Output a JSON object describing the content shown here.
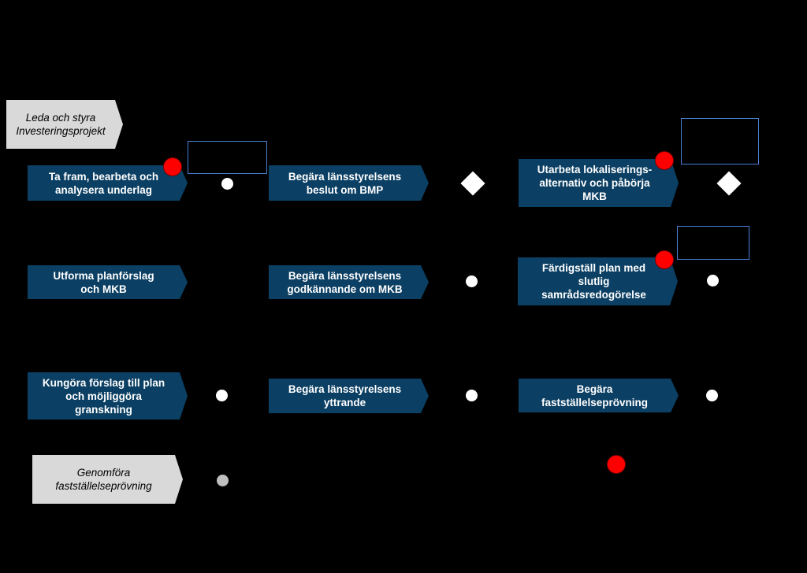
{
  "steps": {
    "leda": "Leda och styra\nInvesteringsprojekt",
    "ta_fram": "Ta fram, bearbeta och\nanalysera underlag",
    "begara_beslut": "Begära länsstyrelsens\nbeslut om BMP",
    "utarbeta": "Utarbeta lokaliserings-\nalternativ och påbörja\nMKB",
    "utforma": "Utforma planförslag\noch MKB",
    "begara_godk": "Begära länsstyrelsens\ngodkännande om MKB",
    "fardigstall": "Färdigställ plan med\nslutlig\nsamrådsredogörelse",
    "kungora": "Kungöra  förslag till plan\noch möjliggöra\ngranskning",
    "begara_yttr": "Begära länsstyrelsens\nyttrande",
    "begara_fast": "Begära\nfastställelseprövning",
    "genomfora": "Genomföra\nfastställelseprövning"
  },
  "colors": {
    "background": "#000000",
    "step_fill": "#0b3f63",
    "gray_step_fill": "#d9d9d9",
    "milestone_red": "#ff0000",
    "frame_blue": "#4a7fd4"
  }
}
